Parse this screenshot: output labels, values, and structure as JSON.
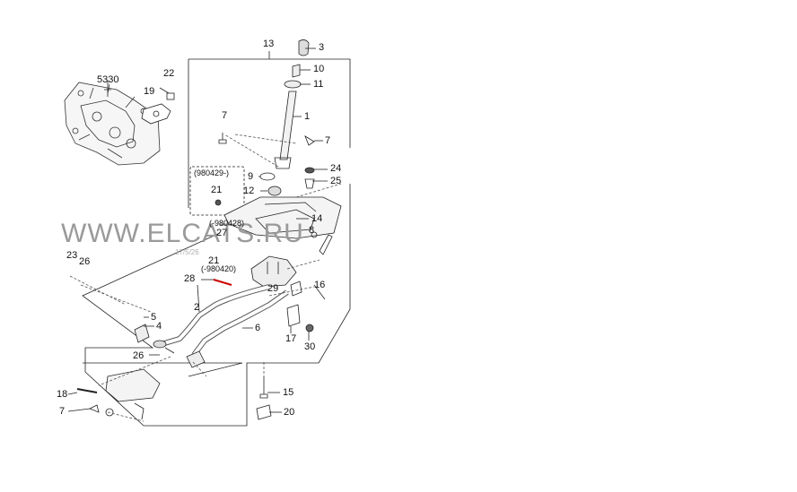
{
  "watermark": "WWW.ELCATS.RU",
  "faint_code": "17/5/26",
  "callouts": [
    {
      "id": "13",
      "text": "13"
    },
    {
      "id": "3",
      "text": "3"
    },
    {
      "id": "10",
      "text": "10"
    },
    {
      "id": "11",
      "text": "11"
    },
    {
      "id": "1",
      "text": "1"
    },
    {
      "id": "7a",
      "text": "7"
    },
    {
      "id": "7b",
      "text": "7"
    },
    {
      "id": "5330",
      "text": "5330"
    },
    {
      "id": "22",
      "text": "22"
    },
    {
      "id": "19",
      "text": "19"
    },
    {
      "id": "24",
      "text": "24"
    },
    {
      "id": "25",
      "text": "25"
    },
    {
      "id": "9",
      "text": "9"
    },
    {
      "id": "12",
      "text": "12"
    },
    {
      "id": "21a",
      "text": "21"
    },
    {
      "id": "box_date",
      "text": "(980429-)"
    },
    {
      "id": "14",
      "text": "14"
    },
    {
      "id": "date2",
      "text": "(-980428)"
    },
    {
      "id": "27",
      "text": "27"
    },
    {
      "id": "8",
      "text": "8"
    },
    {
      "id": "21b",
      "text": "21"
    },
    {
      "id": "date3",
      "text": "(-980420)"
    },
    {
      "id": "23",
      "text": "23"
    },
    {
      "id": "26a",
      "text": "26"
    },
    {
      "id": "28",
      "text": "28"
    },
    {
      "id": "29",
      "text": "29"
    },
    {
      "id": "16",
      "text": "16"
    },
    {
      "id": "2",
      "text": "2"
    },
    {
      "id": "5",
      "text": "5"
    },
    {
      "id": "4",
      "text": "4"
    },
    {
      "id": "6",
      "text": "6"
    },
    {
      "id": "17",
      "text": "17"
    },
    {
      "id": "30",
      "text": "30"
    },
    {
      "id": "26b",
      "text": "26"
    },
    {
      "id": "18",
      "text": "18"
    },
    {
      "id": "15",
      "text": "15"
    },
    {
      "id": "7c",
      "text": "7"
    },
    {
      "id": "20",
      "text": "20"
    }
  ]
}
